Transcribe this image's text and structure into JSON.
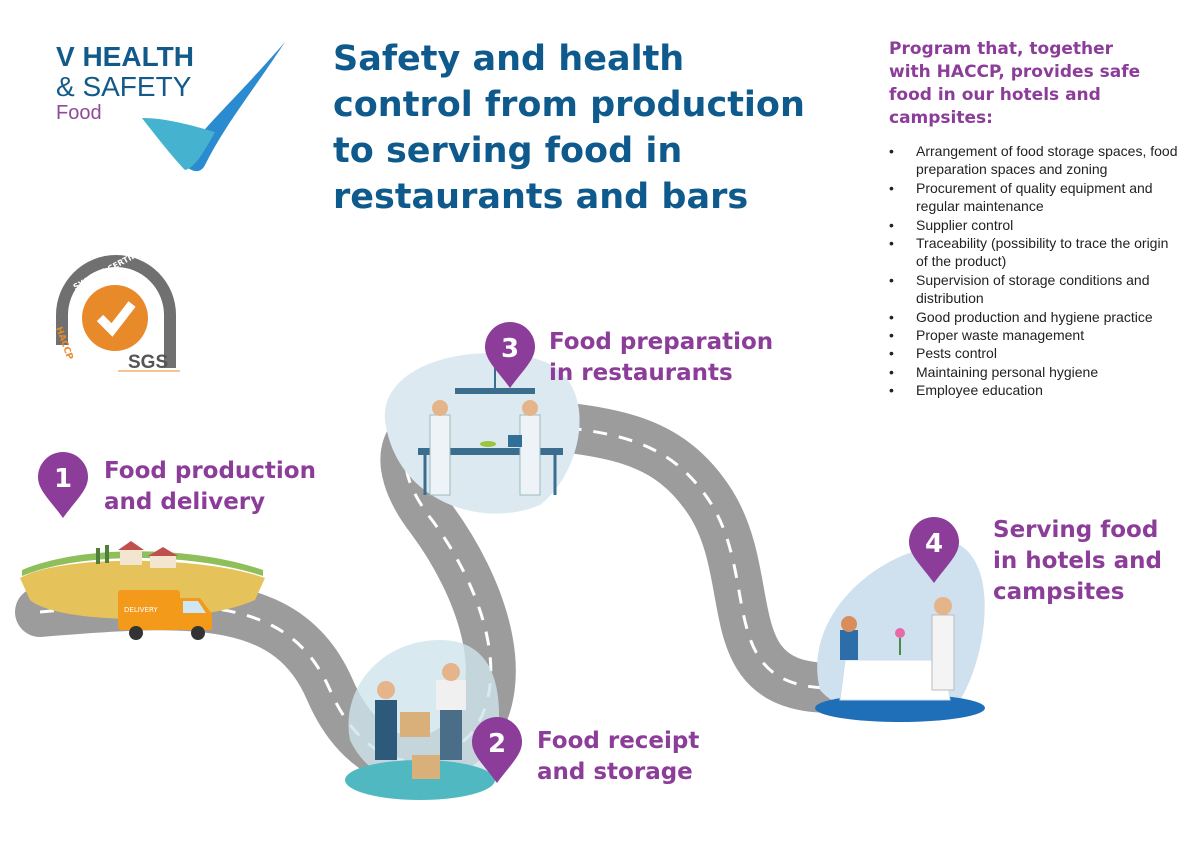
{
  "logo": {
    "line1": "V HEALTH",
    "line2": "& SAFETY",
    "line3": "Food"
  },
  "cert_badge": {
    "arc_text": "SYSTEM CERTIFICATION",
    "left_text": "HACCP",
    "brand": "SGS"
  },
  "title": "Safety and health control from production to serving food in restaurants and bars",
  "program": {
    "heading": "Program that, together with HACCP, provides safe food in our hotels and campsites:",
    "items": [
      "Arrangement of food storage spaces, food preparation spaces and zoning",
      "Procurement of quality equipment and regular maintenance",
      "Supplier control",
      "Traceability (possibility to trace the origin of the product)",
      "Supervision of storage conditions and distribution",
      "Good production and hygiene practice",
      "Proper waste management",
      "Pests control",
      "Maintaining personal hygiene",
      "Employee education"
    ]
  },
  "steps": [
    {
      "number": "1",
      "label": "Food production and delivery"
    },
    {
      "number": "2",
      "label": "Food receipt and storage"
    },
    {
      "number": "3",
      "label": "Food preparation in restaurants"
    },
    {
      "number": "4",
      "label": "Serving food in hotels and campsites"
    }
  ],
  "truck_text": "DELIVERY",
  "colors": {
    "title": "#0f5a8c",
    "accent": "#8c3d99",
    "road": "#a5a5a5",
    "badge": "#e88a2a"
  }
}
